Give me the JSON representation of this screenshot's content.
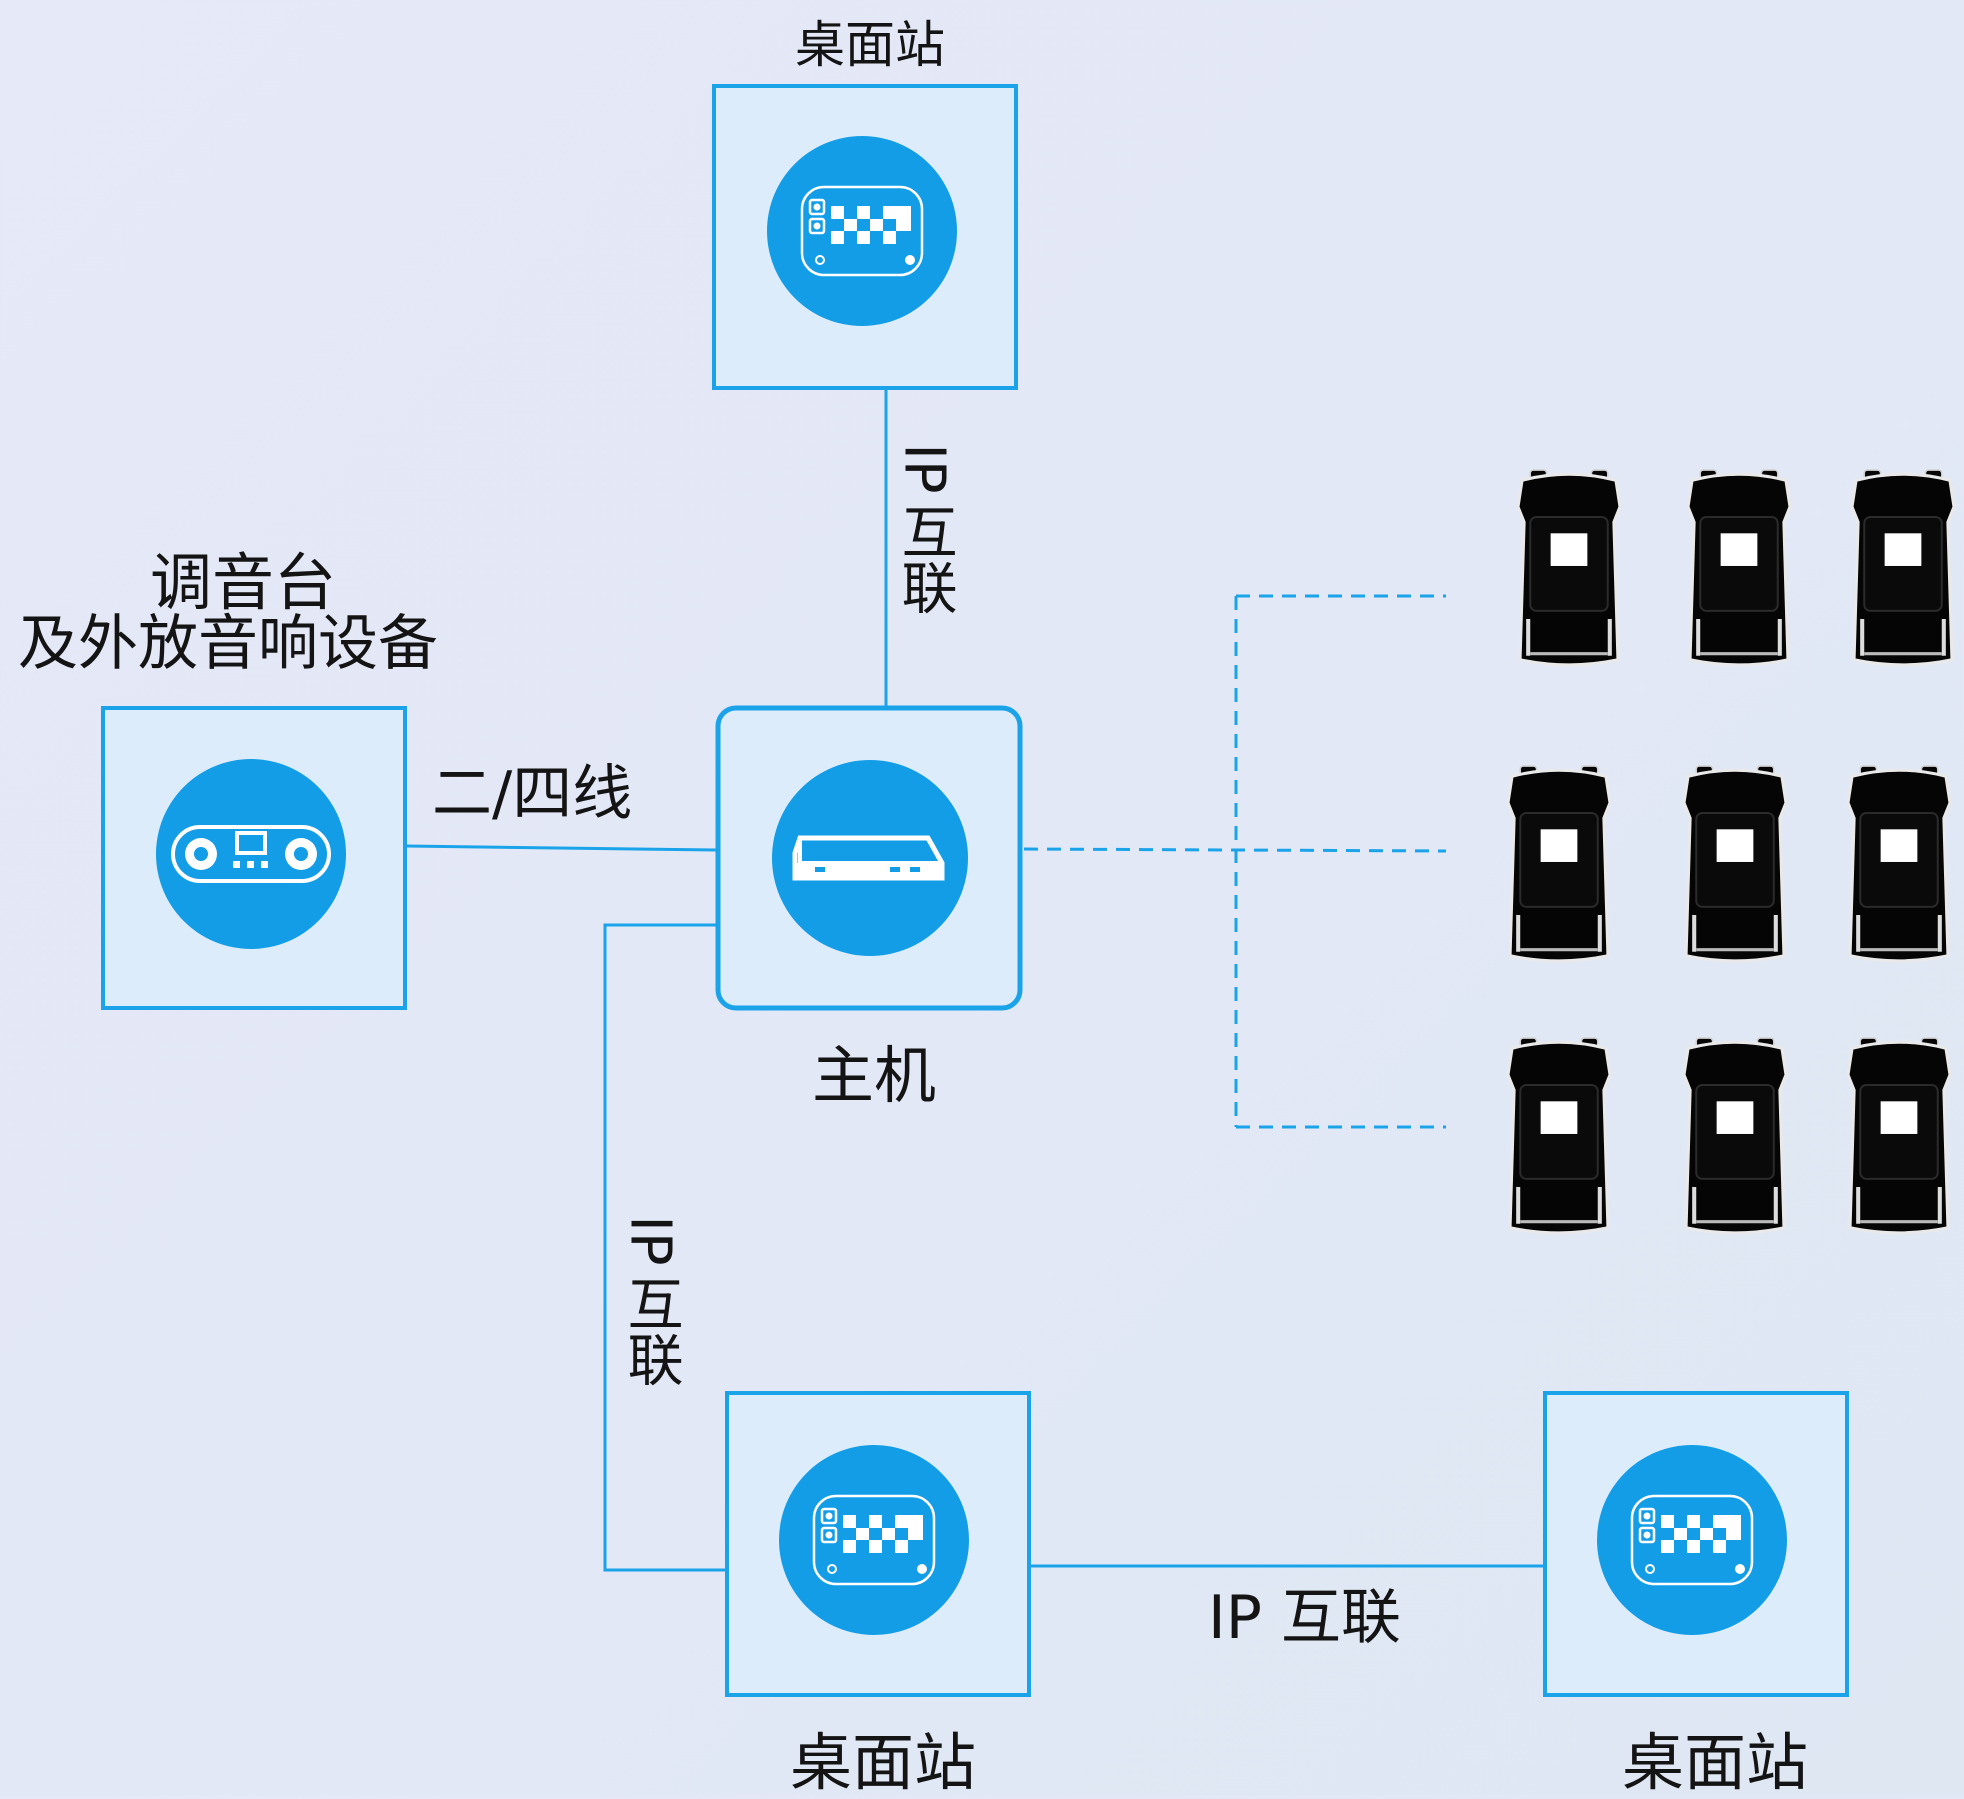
{
  "nodes": {
    "desk_station_top": {
      "label": "桌面站"
    },
    "mixer": {
      "label_line1": "调音台",
      "label_line2": "及外放音响设备"
    },
    "host": {
      "label": "主机"
    },
    "desk_station_bottom_left": {
      "label": "桌面站"
    },
    "desk_station_bottom_right": {
      "label": "桌面站"
    }
  },
  "links": {
    "top_link": {
      "ip": "IP",
      "text": "互联"
    },
    "mixer_link": {
      "text": "二/四线"
    },
    "left_link": {
      "ip": "IP",
      "text": "互联"
    },
    "bottom_link": {
      "text": "IP 互联"
    }
  },
  "radios": {
    "rows": 3,
    "cols": 3
  },
  "colors": {
    "box_border": "#1ba3ea",
    "box_fill": "#dcecfa",
    "circle": "#129de6",
    "line": "#1ba3ea",
    "radio_body": "#050505"
  }
}
